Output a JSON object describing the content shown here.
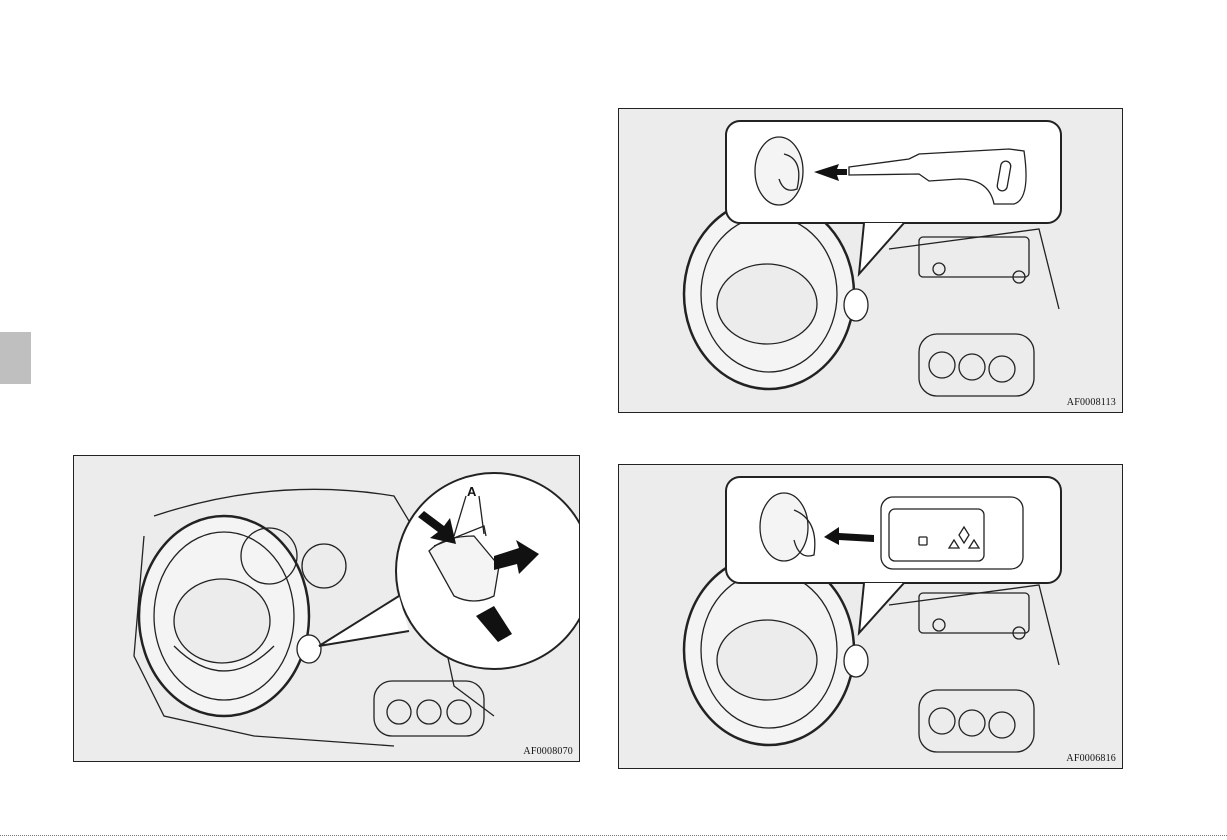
{
  "figures": [
    {
      "code": "AF0008070",
      "callout": "A"
    },
    {
      "code": "AF0008113"
    },
    {
      "code": "AF0006816"
    }
  ]
}
